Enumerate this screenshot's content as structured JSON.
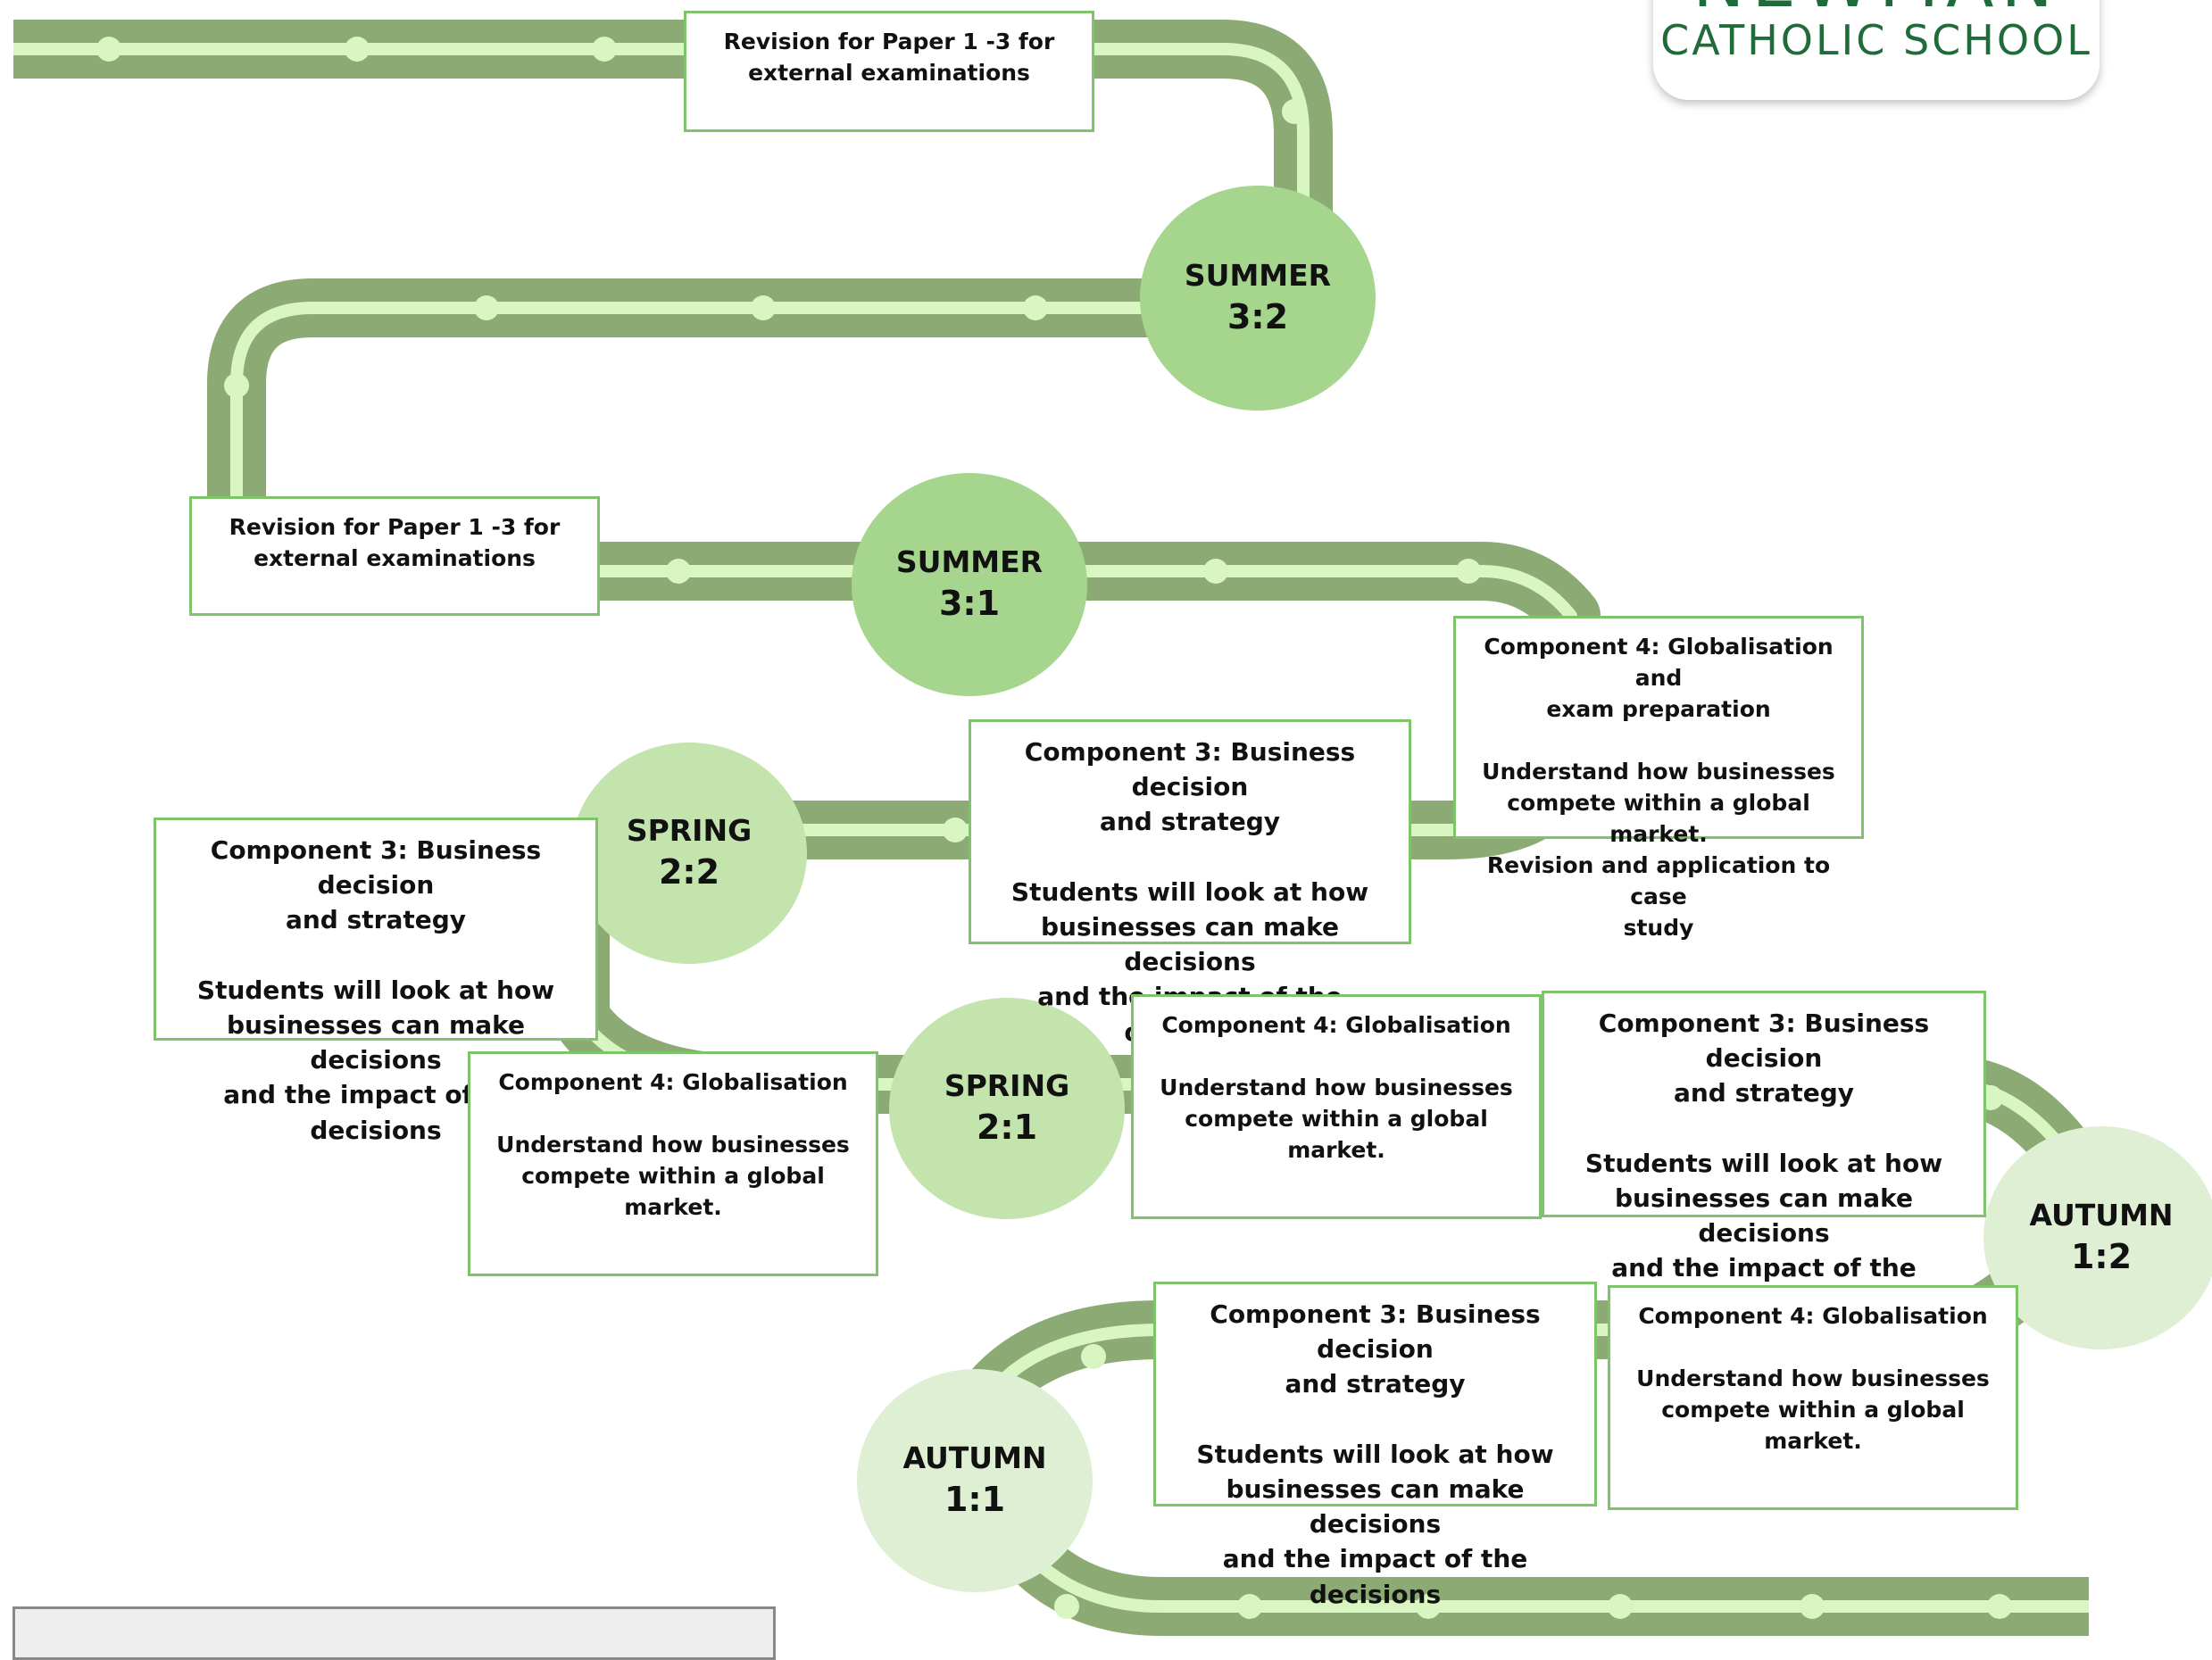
{
  "logo": {
    "line1": "NEWMAN",
    "line2": "CATHOLIC SCHOOL",
    "color": "#1f6b3a"
  },
  "road": {
    "dark_color": "#8caa74",
    "light_color": "#d9f5c2",
    "lower_dark_color": "#b5da98",
    "lower_light_color": "#edfbe2"
  },
  "milestones": [
    {
      "id": "summer-3-2",
      "season": "SUMMER",
      "term": "3:2",
      "color": "#a6d58e"
    },
    {
      "id": "summer-3-1",
      "season": "SUMMER",
      "term": "3:1",
      "color": "#a6d58e"
    },
    {
      "id": "spring-2-2",
      "season": "SPRING",
      "term": "2:2",
      "color": "#c3e4ad"
    },
    {
      "id": "spring-2-1",
      "season": "SPRING",
      "term": "2:1",
      "color": "#c3e4ad"
    },
    {
      "id": "autumn-1-2",
      "season": "AUTUMN",
      "term": "1:2",
      "color": "#deefd3"
    },
    {
      "id": "autumn-1-1",
      "season": "AUTUMN",
      "term": "1:1",
      "color": "#deefd3"
    }
  ],
  "boxes": {
    "revision_top": "Revision for Paper 1 -3 for\nexternal examinations",
    "revision_mid": "Revision for Paper 1 -3 for\nexternal examinations",
    "comp4_exam": "Component 4: Globalisation and\nexam preparation\n\nUnderstand how businesses\ncompete within a global market.\nRevision and application to case\nstudy",
    "comp3_spring22_right": "Component 3:  Business decision\nand strategy\n\nStudents will look at how\nbusinesses can make decisions\nand the impact of the decisions",
    "comp3_spring22_left": "Component 3:  Business decision\nand strategy\n\nStudents will look at how\nbusinesses can make decisions\nand the impact of the decisions",
    "comp4_spring21_left": "Component 4: Globalisation\n\nUnderstand how businesses\ncompete within a global market.",
    "comp4_spring21_right": "Component 4: Globalisation\n\nUnderstand how businesses\ncompete within a global market.",
    "comp3_autumn12": "Component 3:  Business decision\nand strategy\n\nStudents will look at how\nbusinesses can make decisions\nand the impact of the decisions",
    "comp3_autumn11": "Component 3:  Business decision\nand strategy\n\nStudents will look at how\nbusinesses can make decisions\nand the impact of the decisions",
    "comp4_autumn": "Component 4: Globalisation\n\nUnderstand how businesses\ncompete within a global market."
  }
}
